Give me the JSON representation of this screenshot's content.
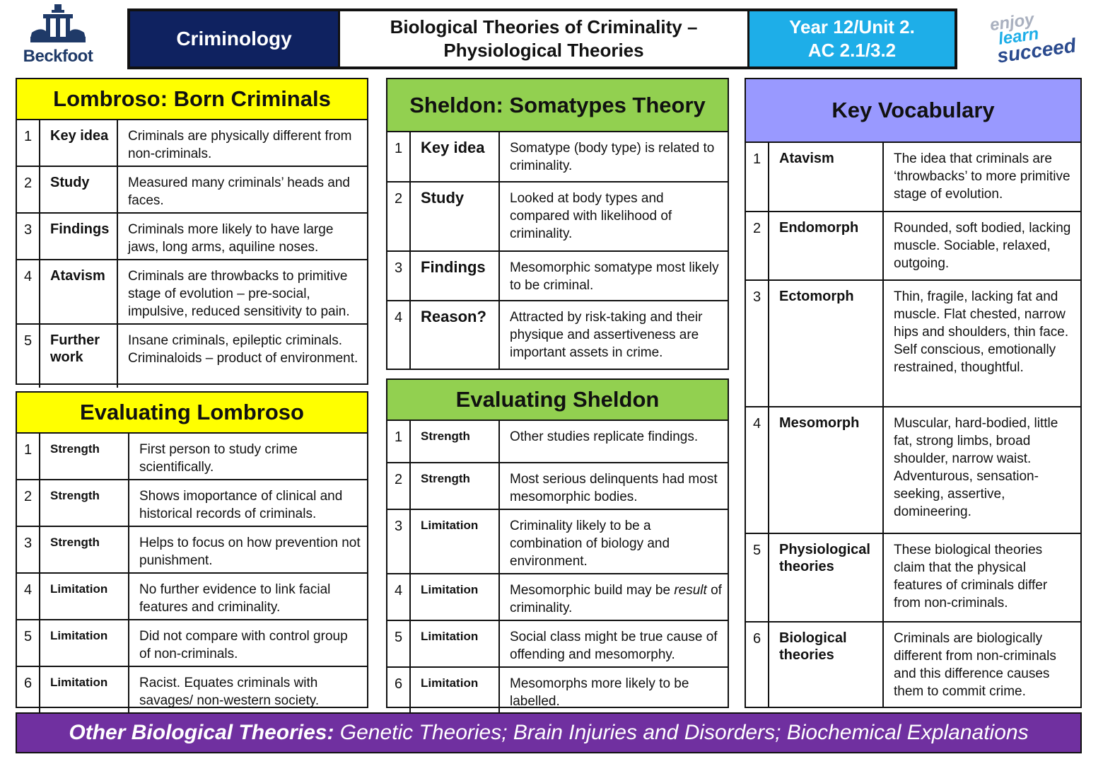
{
  "header": {
    "school": "Beckfoot",
    "subject": "Criminology",
    "title_line1": "Biological Theories of Criminality –",
    "title_line2": "Physiological Theories",
    "year_line1": "Year 12/Unit 2.",
    "year_line2": "AC 2.1/3.2",
    "motto": [
      "enjoy",
      "learn",
      "succeed"
    ]
  },
  "lombroso": {
    "title": "Lombroso: Born Criminals",
    "rows": [
      {
        "num": "1",
        "key": "Key idea",
        "desc": "Criminals are physically different from non-criminals."
      },
      {
        "num": "2",
        "key": "Study",
        "desc": "Measured many criminals’ heads and faces."
      },
      {
        "num": "3",
        "key": "Findings",
        "desc": "Criminals more likely to have  large jaws, long arms, aquiline noses."
      },
      {
        "num": "4",
        "key": "Atavism",
        "desc": "Criminals are throwbacks to primitive stage of evolution – pre-social, impulsive, reduced sensitivity to pain."
      },
      {
        "num": "5",
        "key": "Further work",
        "desc": "Insane criminals, epileptic criminals. Criminaloids – product of environment."
      }
    ]
  },
  "eval_lombroso": {
    "title": "Evaluating Lombroso",
    "rows": [
      {
        "num": "1",
        "key": "Strength",
        "desc": "First person to study crime scientifically."
      },
      {
        "num": "2",
        "key": "Strength",
        "desc": "Shows imoportance of clinical and historical records of criminals."
      },
      {
        "num": "3",
        "key": "Strength",
        "desc": "Helps to focus on how prevention not punishment."
      },
      {
        "num": "4",
        "key": "Limitation",
        "desc": "No further evidence to link facial features and criminality."
      },
      {
        "num": "5",
        "key": "Limitation",
        "desc": "Did not compare with control group of non-criminals."
      },
      {
        "num": "6",
        "key": "Limitation",
        "desc": "Racist. Equates criminals with savages/ non-western society."
      }
    ]
  },
  "sheldon": {
    "title": "Sheldon: Somatypes Theory",
    "rows": [
      {
        "num": "1",
        "key": "Key idea",
        "desc": "Somatype (body type) is related to criminality."
      },
      {
        "num": "2",
        "key": "Study",
        "desc": "Looked at body types and compared with likelihood of criminality."
      },
      {
        "num": "3",
        "key": "Findings",
        "desc": "Mesomorphic somatype most likely to be criminal."
      },
      {
        "num": "4",
        "key": "Reason?",
        "desc": "Attracted by risk-taking and their physique and assertiveness are important assets in crime."
      }
    ]
  },
  "eval_sheldon": {
    "title": "Evaluating Sheldon",
    "rows": [
      {
        "num": "1",
        "key": "Strength",
        "desc": "Other studies replicate findings."
      },
      {
        "num": "2",
        "key": "Strength",
        "desc": "Most serious delinquents had most mesomorphic bodies."
      },
      {
        "num": "3",
        "key": "Limitation",
        "desc": "Criminality likely to be a combination of biology and environment."
      },
      {
        "num": "4",
        "key": "Limitation",
        "desc_pre": "Mesomorphic build may be ",
        "desc_em": "result",
        "desc_post": " of criminality."
      },
      {
        "num": "5",
        "key": "Limitation",
        "desc": "Social class might be true cause of offending and mesomorphy."
      },
      {
        "num": "6",
        "key": "Limitation",
        "desc": "Mesomorphs more likely to be labelled."
      }
    ]
  },
  "vocab": {
    "title": "Key Vocabulary",
    "rows": [
      {
        "num": "1",
        "key": "Atavism",
        "desc": "The idea that criminals are ‘throwbacks’ to more primitive stage of evolution."
      },
      {
        "num": "2",
        "key": "Endomorph",
        "desc": "Rounded, soft bodied, lacking muscle. Sociable, relaxed, outgoing."
      },
      {
        "num": "3",
        "key": "Ectomorph",
        "desc": "Thin, fragile, lacking fat and muscle. Flat chested, narrow hips and shoulders, thin face. Self conscious, emotionally restrained, thoughtful."
      },
      {
        "num": "4",
        "key": "Mesomorph",
        "desc": "Muscular, hard-bodied, little fat, strong limbs, broad shoulder, narrow waist. Adventurous, sensation-seeking, assertive, domineering."
      },
      {
        "num": "5",
        "key": "Physiological theories",
        "desc": "These biological theories claim that the physical features of criminals differ from non-criminals."
      },
      {
        "num": "6",
        "key": "Biological theories",
        "desc": "Criminals are biologically different from non-criminals and this difference causes them to commit crime."
      }
    ]
  },
  "footer": {
    "lead": "Other Biological Theories:",
    "rest": " Genetic Theories; Brain Injuries and Disorders; Biochemical Explanations"
  },
  "colors": {
    "navy": "#0f2260",
    "cyan": "#1eaee8",
    "yellow": "#ffff00",
    "green": "#92d050",
    "lavender": "#9999ff",
    "purple": "#7030a0"
  }
}
